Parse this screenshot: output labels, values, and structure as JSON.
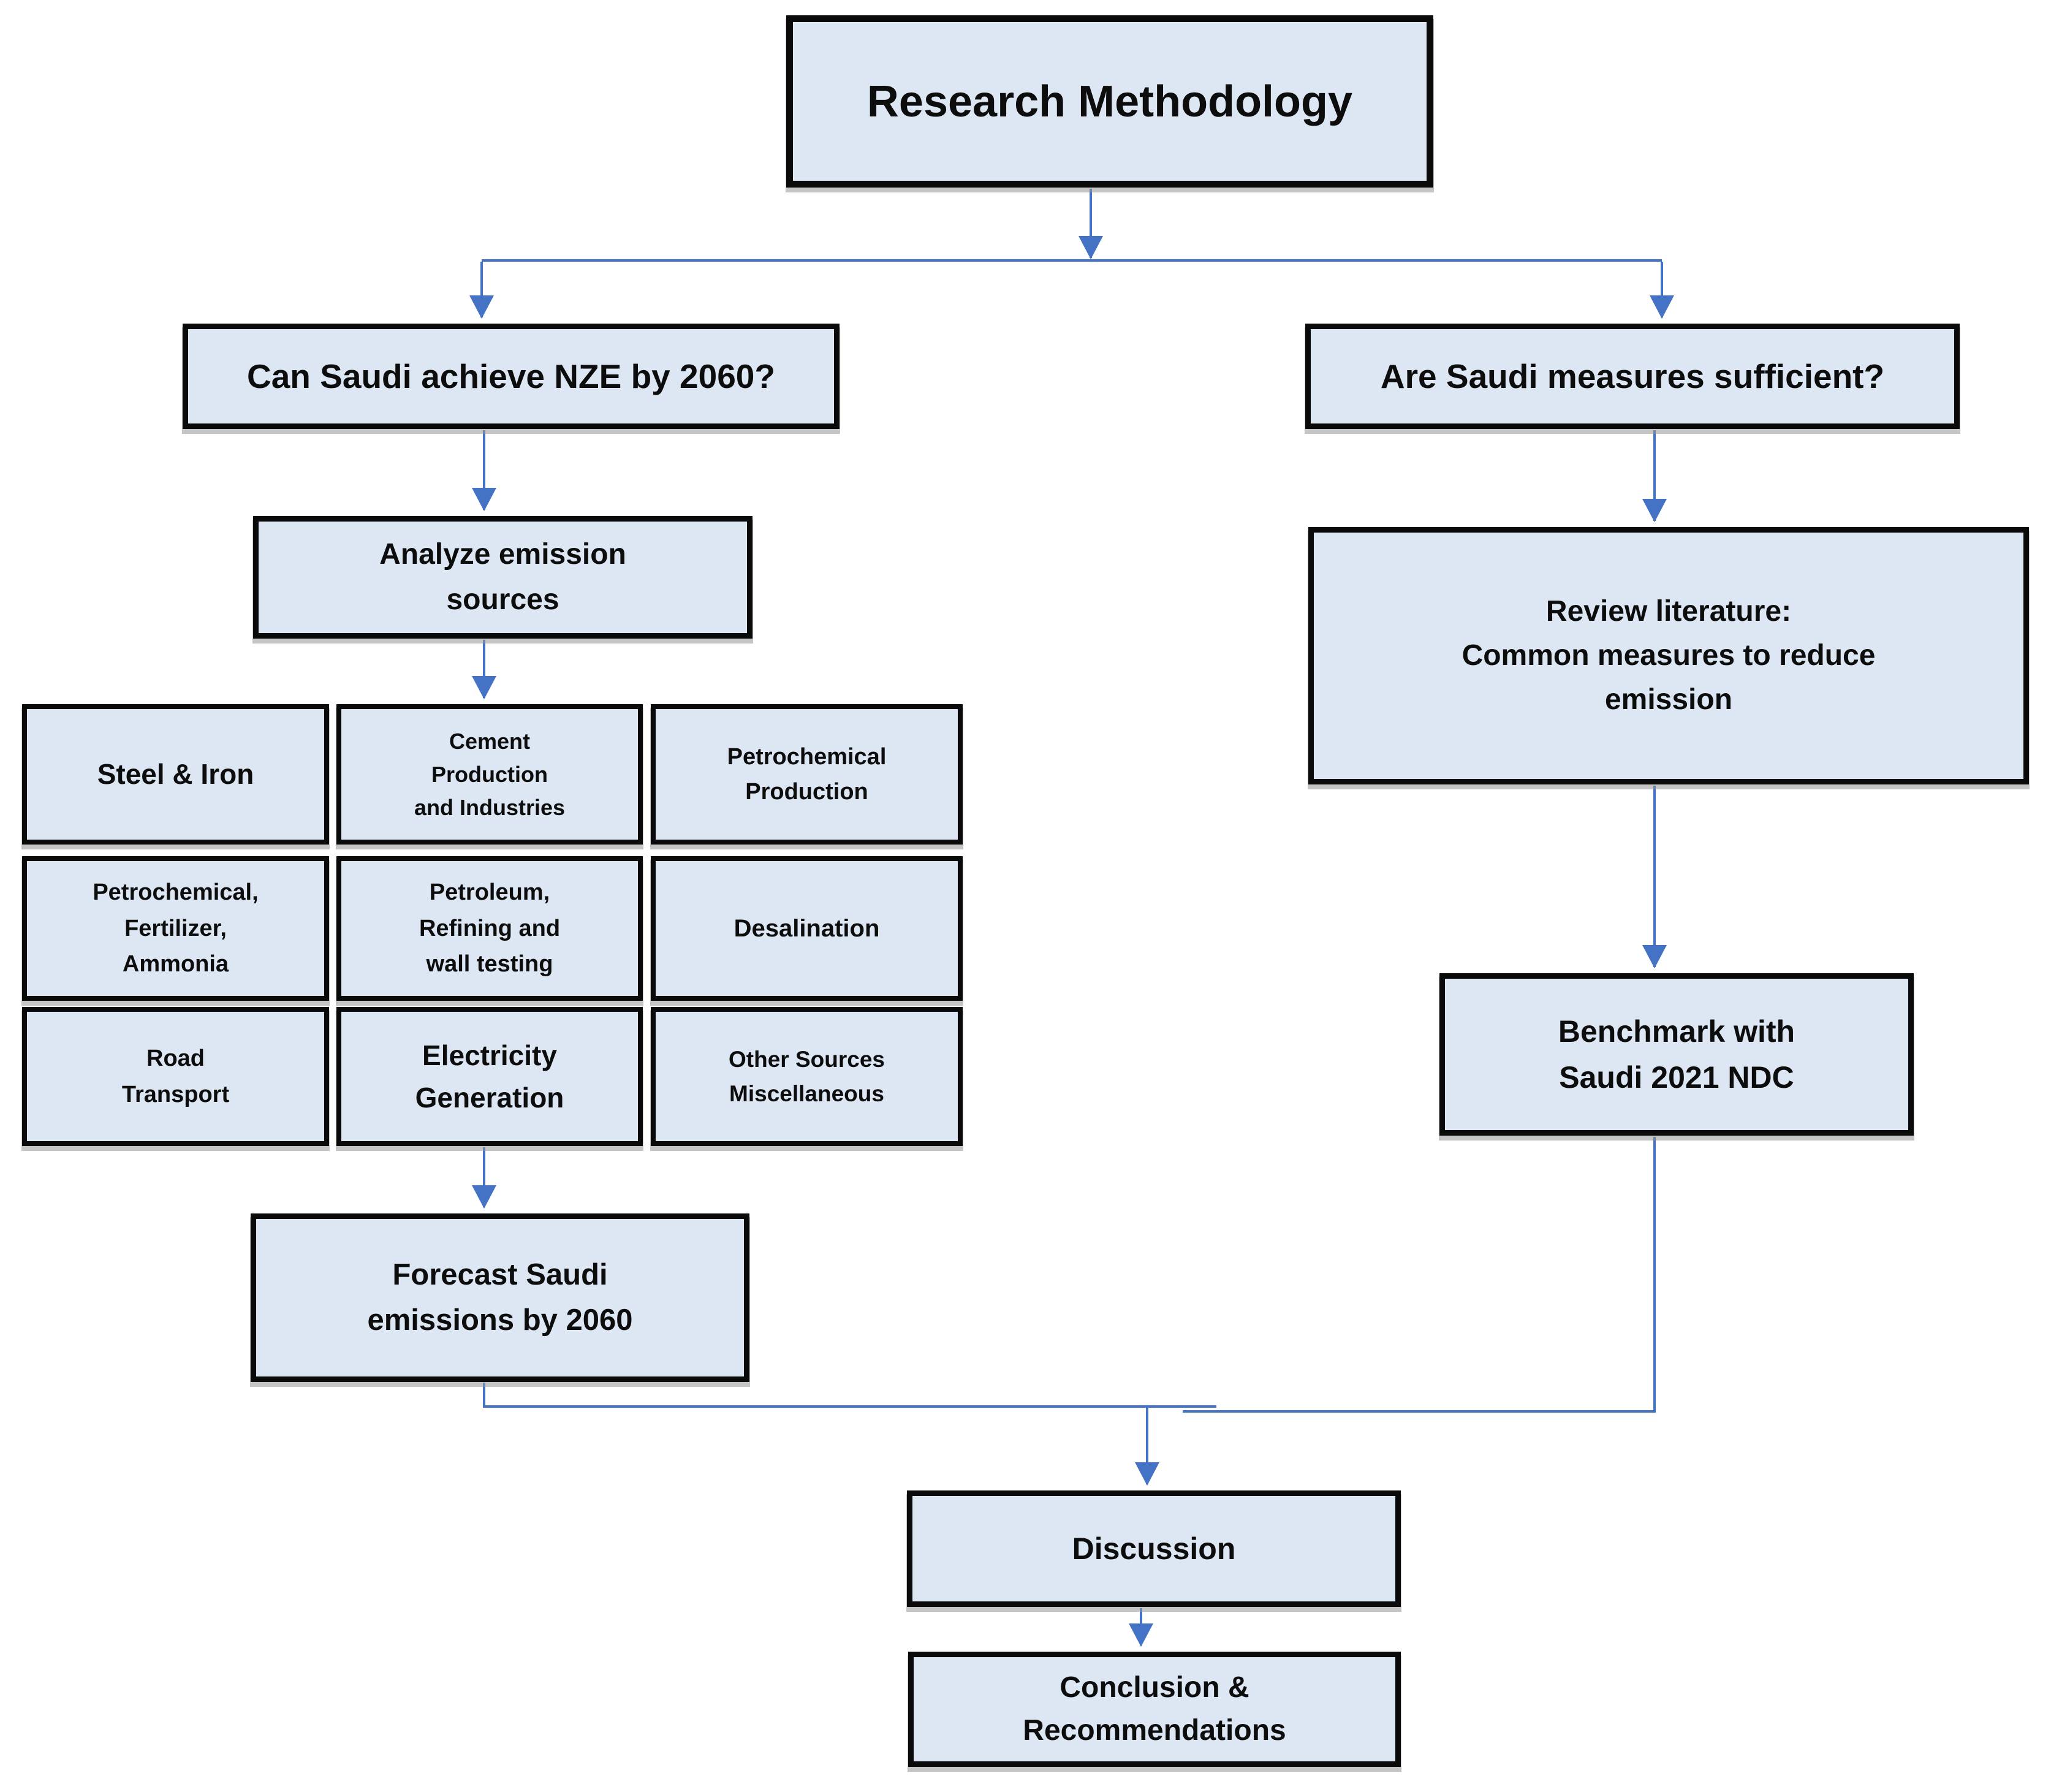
{
  "diagram": {
    "title": "Research Methodology",
    "nodes": {
      "research_methodology": "Research Methodology",
      "question_left": "Can Saudi achieve NZE by 2060?",
      "question_right": "Are Saudi measures sufficient?",
      "analyze": "Analyze emission\nsources",
      "forecast": "Forecast Saudi\nemissions by 2060",
      "review": "Review literature:\nCommon measures to reduce\nemission",
      "benchmark": "Benchmark with\nSaudi 2021 NDC",
      "discussion": "Discussion",
      "conclusion": "Conclusion &\nRecommendations"
    },
    "sources": [
      "Steel & Iron",
      "Cement\nProduction\nand Industries",
      "Petrochemical\nProduction",
      "Petrochemical,\nFertilizer,\nAmmonia",
      "Petroleum,\nRefining and\nwall testing",
      "Desalination",
      "Road\nTransport",
      "Electricity\nGeneration",
      "Other Sources\nMiscellaneous"
    ],
    "colors": {
      "box_fill": "#dce7f3",
      "box_border": "#0a0a0a",
      "connector": "#4472c4",
      "text": "#0d0d0d"
    }
  }
}
